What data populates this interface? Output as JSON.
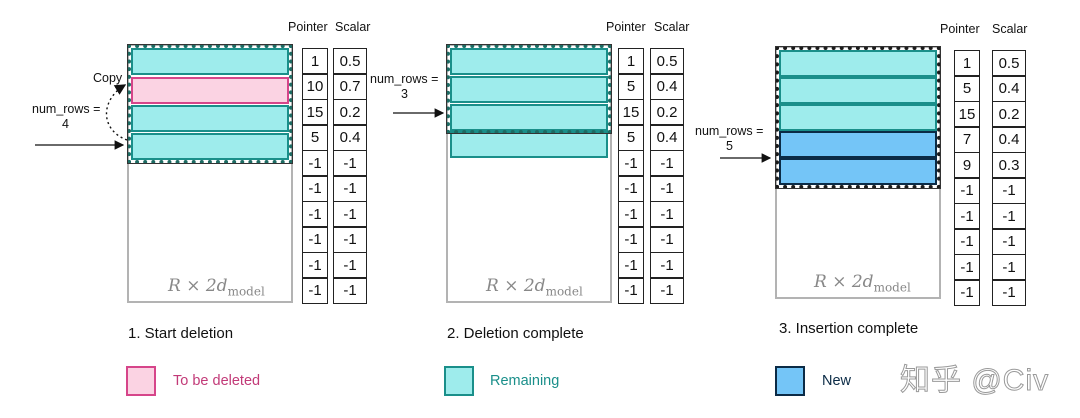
{
  "headers": {
    "pointer": "Pointer",
    "scalar": "Scalar"
  },
  "matrix_label": {
    "main": "R × 2d",
    "sub": "model"
  },
  "panels": [
    {
      "caption": "1. Start deletion",
      "num_rows_label": "num_rows =",
      "num_rows_value": "4",
      "copy_label": "Copy",
      "pointer": [
        "1",
        "10",
        "15",
        "5",
        "-1",
        "-1",
        "-1",
        "-1",
        "-1",
        "-1"
      ],
      "scalar": [
        "0.5",
        "0.7",
        "0.2",
        "0.4",
        "-1",
        "-1",
        "-1",
        "-1",
        "-1",
        "-1"
      ]
    },
    {
      "caption": "2. Deletion complete",
      "num_rows_label": "num_rows =",
      "num_rows_value": "3",
      "pointer": [
        "1",
        "5",
        "15",
        "5",
        "-1",
        "-1",
        "-1",
        "-1",
        "-1",
        "-1"
      ],
      "scalar": [
        "0.5",
        "0.4",
        "0.2",
        "0.4",
        "-1",
        "-1",
        "-1",
        "-1",
        "-1",
        "-1"
      ]
    },
    {
      "caption": "3. Insertion complete",
      "num_rows_label": "num_rows =",
      "num_rows_value": "5",
      "pointer": [
        "1",
        "5",
        "15",
        "7",
        "9",
        "-1",
        "-1",
        "-1",
        "-1",
        "-1"
      ],
      "scalar": [
        "0.5",
        "0.4",
        "0.2",
        "0.4",
        "0.3",
        "-1",
        "-1",
        "-1",
        "-1",
        "-1"
      ]
    }
  ],
  "legend": [
    {
      "label": "To be deleted",
      "fill": "#fbd3e3",
      "stroke": "#d6458a",
      "text_color": "#c23a78"
    },
    {
      "label": "Remaining",
      "fill": "#9eecec",
      "stroke": "#1a8f8a",
      "text_color": "#1a8f8a"
    },
    {
      "label": "New",
      "fill": "#74c5f7",
      "stroke": "#0b2b46",
      "text_color": "#0b2b46"
    }
  ],
  "watermark": "知乎 @Civ"
}
